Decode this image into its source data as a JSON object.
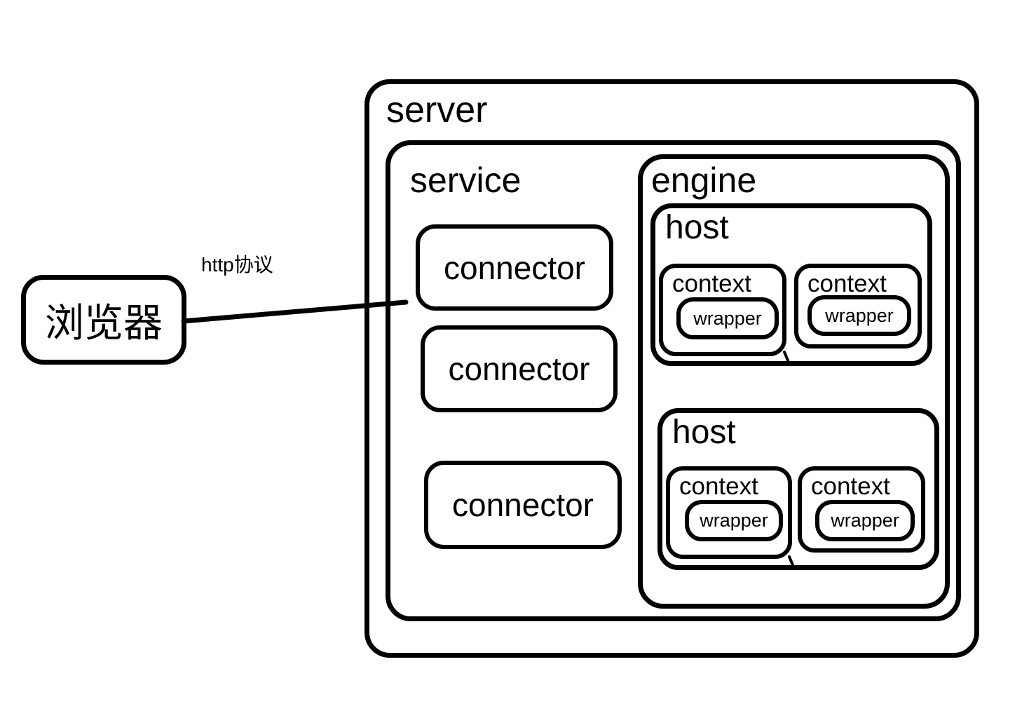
{
  "diagram": {
    "background": "#ffffff",
    "line_color": "#000000",
    "browser": {
      "label": "浏览器"
    },
    "edge": {
      "label": "http协议"
    },
    "server": {
      "label": "server",
      "service": {
        "label": "service",
        "connectors": [
          {
            "label": "connector"
          },
          {
            "label": "connector"
          },
          {
            "label": "connector"
          }
        ],
        "engine": {
          "label": "engine",
          "hosts": [
            {
              "label": "host",
              "contexts": [
                {
                  "label": "context",
                  "wrapper": {
                    "label": "wrapper"
                  }
                },
                {
                  "label": "context",
                  "wrapper": {
                    "label": "wrapper"
                  }
                }
              ]
            },
            {
              "label": "host",
              "contexts": [
                {
                  "label": "context",
                  "wrapper": {
                    "label": "wrapper"
                  }
                },
                {
                  "label": "context",
                  "wrapper": {
                    "label": "wrapper"
                  }
                }
              ]
            }
          ]
        }
      }
    }
  }
}
